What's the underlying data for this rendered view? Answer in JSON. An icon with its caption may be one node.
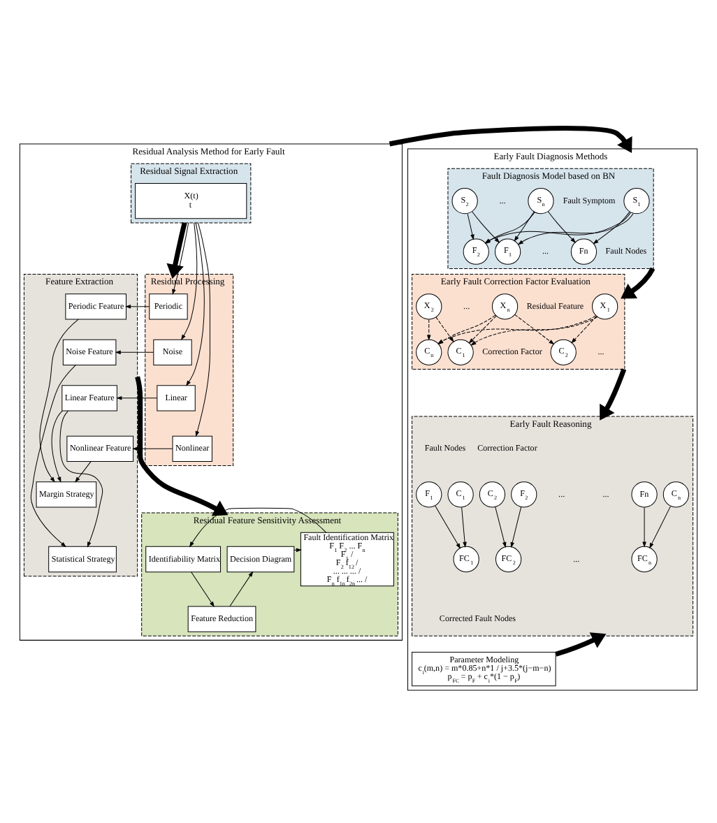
{
  "diagram": {
    "nodes": [
      {
        "text": [
          "Residual Analysis Method for Early Fault"
        ]
      },
      {
        "text": [
          "Residual Signal Extraction"
        ],
        "in": 0
      },
      {
        "text": [
          "X(t)",
          "t"
        ],
        "in": 1
      },
      {
        "text": [
          "Residual Processing"
        ],
        "in": 0
      },
      {
        "text": [
          "Periodic"
        ],
        "in": 3
      },
      {
        "text": [
          "Noise"
        ],
        "in": 3
      },
      {
        "text": [
          "Linear"
        ],
        "in": 3
      },
      {
        "text": [
          "Nonlinear"
        ],
        "in": 3
      },
      {
        "text": [
          "Feature Extraction"
        ],
        "in": 0
      },
      {
        "text": [
          "Periodic Feature"
        ],
        "in": 8
      },
      {
        "text": [
          "Noise Feature"
        ],
        "in": 8
      },
      {
        "text": [
          "Linear Feature"
        ],
        "in": 8
      },
      {
        "text": [
          "Nonlinear Feature"
        ],
        "in": 8
      },
      {
        "text": [
          "Margin Strategy"
        ],
        "in": 8
      },
      {
        "text": [
          "Statistical Strategy"
        ],
        "in": 8
      },
      {
        "text": [
          "Residual Feature Sensitivity Assessment"
        ],
        "in": 0
      },
      {
        "text": [
          "Decision Diagram"
        ],
        "in": 15
      },
      {
        "text": [
          "Fault Identification Matrix",
          "F$_{1}$ F$_{2}$ ... F$_{n}$",
          "F$_{1}$ /",
          "F$_{2}$ f$_{12}$ /",
          "... ... ... /",
          "F$_{n}$ f$_{1n}$ f$_{2n}$ ... /"
        ],
        "in": 15
      },
      {
        "text": [
          "Identifiability Matrix"
        ],
        "in": 15
      },
      {
        "text": [
          "Feature Reduction"
        ],
        "in": 15
      },
      {
        "text": [
          "Early Fault Diagnosis Methods"
        ]
      },
      {
        "text": [
          "Fault Diagnosis Model based on BN"
        ],
        "in": 20
      },
      {
        "text": [
          "S$_{1}$"
        ],
        "in": 21
      },
      {
        "text": [
          "S$_{2}$"
        ],
        "in": 21
      },
      {
        "text": [
          "S$_{n}$"
        ],
        "in": 21
      },
      {
        "text": [
          "F$_{1}$"
        ],
        "in": 21
      },
      {
        "text": [
          "F$_{2}$"
        ],
        "in": 21
      },
      {
        "text": [
          "Fn"
        ],
        "in": 21
      },
      {
        "text": [
          "Early Fault Correction Factor Evaluation"
        ],
        "in": 20
      },
      {
        "text": [
          "X$_{1}$"
        ],
        "in": 28
      },
      {
        "text": [
          "X$_{2}$"
        ],
        "in": 28
      },
      {
        "text": [
          "X$_{n}$"
        ],
        "in": 28
      },
      {
        "text": [
          "C$_{1}$"
        ],
        "in": 28
      },
      {
        "text": [
          "C$_{2}$"
        ],
        "in": 28
      },
      {
        "text": [
          "C$_{n}$"
        ],
        "in": 28
      },
      {
        "text": [
          "Early Fault Reasoning"
        ],
        "in": 20
      },
      {
        "text": [
          "F$_{1}$"
        ],
        "in": 35
      },
      {
        "text": [
          "F$_{2}$"
        ],
        "in": 35
      },
      {
        "text": [
          "Fn"
        ],
        "in": 35
      },
      {
        "text": [
          "C$_{1}$"
        ],
        "in": 35
      },
      {
        "text": [
          "C$_{2}$"
        ],
        "in": 35
      },
      {
        "text": [
          "C$_{n}$"
        ],
        "in": 35
      },
      {
        "text": [
          "FC$_{1}$"
        ],
        "in": 35
      },
      {
        "text": [
          "FC$_{2}$"
        ],
        "in": 35
      },
      {
        "text": [
          "FC$_{n}$"
        ],
        "in": 35
      },
      {
        "text": [
          "Parameter Modeling",
          "c$_{i}$(m,n) = m*0.85+n*1 / j+3.5*(j−m−n)",
          "p$_{FC}$ = p$_{F}$ + c$_{i}$*(1 − p$_{F}$)"
        ],
        "in": 20
      }
    ],
    "edges": [
      {
        "from": 1,
        "to": 3,
        "arrow": "to",
        "style": "thick"
      },
      {
        "from": 1,
        "to": 4,
        "arrow": "to"
      },
      {
        "from": 1,
        "to": 5,
        "arrow": "to"
      },
      {
        "from": 1,
        "to": 6,
        "arrow": "to"
      },
      {
        "from": 1,
        "to": 7,
        "arrow": "to"
      },
      {
        "from": 4,
        "to": 9,
        "arrow": "to"
      },
      {
        "from": 5,
        "to": 10,
        "arrow": "to"
      },
      {
        "from": 6,
        "to": 11,
        "arrow": "to"
      },
      {
        "from": 7,
        "to": 12,
        "arrow": "to"
      },
      {
        "from": 9,
        "to": 13,
        "arrow": "to"
      },
      {
        "from": 10,
        "to": 14,
        "arrow": "to"
      },
      {
        "from": 11,
        "to": 13,
        "arrow": "to"
      },
      {
        "from": 11,
        "to": 14,
        "arrow": "to"
      },
      {
        "from": 12,
        "to": 13,
        "arrow": "to"
      },
      {
        "from": 8,
        "to": 15,
        "arrow": "to",
        "style": "thick"
      },
      {
        "from": 16,
        "to": 17,
        "arrow": "to"
      },
      {
        "from": 17,
        "to": 18,
        "arrow": "to"
      },
      {
        "from": 18,
        "to": 19,
        "arrow": "to"
      },
      {
        "from": 19,
        "to": 16,
        "arrow": "to"
      },
      {
        "from": 0,
        "to": 20,
        "arrow": "to",
        "style": "thick"
      },
      {
        "from": 22,
        "to": 25,
        "arrow": "to"
      },
      {
        "from": 22,
        "to": 26,
        "arrow": "to"
      },
      {
        "from": 22,
        "to": 27,
        "arrow": "to"
      },
      {
        "from": 23,
        "to": 25,
        "arrow": "to"
      },
      {
        "from": 23,
        "to": 26,
        "arrow": "to"
      },
      {
        "from": 24,
        "to": 25,
        "arrow": "to"
      },
      {
        "from": 24,
        "to": 26,
        "arrow": "to"
      },
      {
        "from": 24,
        "to": 27,
        "arrow": "to"
      },
      {
        "from": 21,
        "to": 28,
        "arrow": "to",
        "style": "thick"
      },
      {
        "from": 29,
        "to": 32,
        "arrow": "to",
        "style": "dashed"
      },
      {
        "from": 29,
        "to": 33,
        "arrow": "to",
        "style": "dashed"
      },
      {
        "from": 29,
        "to": 34,
        "arrow": "to",
        "style": "dashed"
      },
      {
        "from": 30,
        "to": 32,
        "arrow": "to",
        "style": "dashed"
      },
      {
        "from": 30,
        "to": 34,
        "arrow": "to",
        "style": "dashed"
      },
      {
        "from": 31,
        "to": 32,
        "arrow": "to",
        "style": "dashed"
      },
      {
        "from": 31,
        "to": 33,
        "arrow": "to",
        "style": "dashed"
      },
      {
        "from": 31,
        "to": 34,
        "arrow": "to",
        "style": "dashed"
      },
      {
        "from": 28,
        "to": 35,
        "arrow": "to",
        "style": "thick"
      },
      {
        "from": 36,
        "to": 42,
        "arrow": "to"
      },
      {
        "from": 37,
        "to": 43,
        "arrow": "to"
      },
      {
        "from": 38,
        "to": 44,
        "arrow": "to"
      },
      {
        "from": 39,
        "to": 42,
        "arrow": "to"
      },
      {
        "from": 40,
        "to": 43,
        "arrow": "to"
      },
      {
        "from": 41,
        "to": 44,
        "arrow": "to"
      },
      {
        "from": 45,
        "to": 35,
        "arrow": "to",
        "style": "thick"
      }
    ],
    "labels": [
      "...",
      "Fault Symptom",
      "...",
      "Fault Nodes",
      "...",
      "Residual Feature",
      "...",
      "Correction Factor",
      "Fault Nodes",
      "Correction Factor",
      "...",
      "...",
      "...",
      "Corrected Fault Nodes"
    ]
  }
}
